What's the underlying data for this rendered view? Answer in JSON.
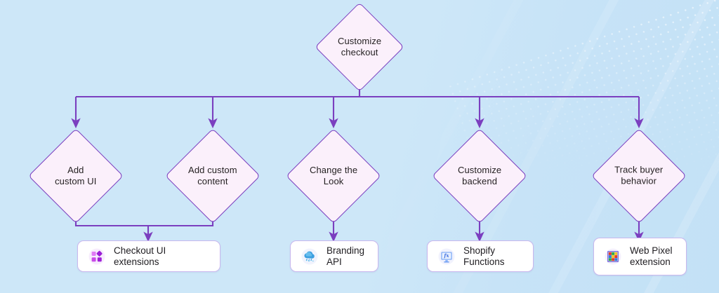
{
  "diagram": {
    "title_node": {
      "label": "Customize\ncheckout"
    },
    "branches": [
      {
        "id": "add-custom-ui",
        "label": "Add\ncustom UI"
      },
      {
        "id": "add-custom-content",
        "label": "Add custom\ncontent"
      },
      {
        "id": "change-the-look",
        "label": "Change the\nLook"
      },
      {
        "id": "customize-backend",
        "label": "Customize\nbackend"
      },
      {
        "id": "track-buyer-behavior",
        "label": "Track buyer\nbehavior"
      }
    ],
    "results": [
      {
        "id": "checkout-ui-extensions",
        "label": "Checkout UI extensions",
        "icon": "extensions-grid-icon"
      },
      {
        "id": "branding-api",
        "label": "Branding API",
        "icon": "cloud-rain-icon"
      },
      {
        "id": "shopify-functions",
        "label": "Shopify Functions",
        "icon": "monitor-function-icon"
      },
      {
        "id": "web-pixel-extension",
        "label": "Web Pixel\nextension",
        "icon": "pixel-grid-icon"
      }
    ],
    "colors": {
      "background": "#cde7f8",
      "connector": "#7b3fbf",
      "diamond_fill": "#fbf0fb",
      "diamond_stroke": "#7b3fbf",
      "box_fill": "#ffffff",
      "box_stroke": "#c9b7ee",
      "text": "#231f20"
    }
  }
}
